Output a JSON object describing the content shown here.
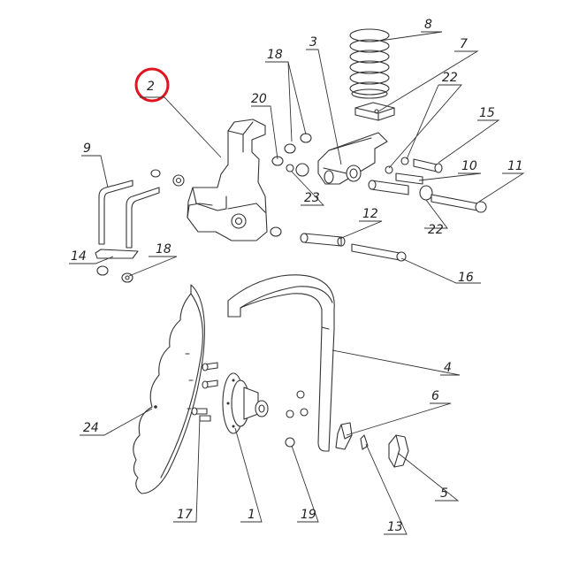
{
  "highlight_color": "#e0141e",
  "line_color": "#333333",
  "callouts": {
    "c1": "1",
    "c2": "2",
    "c3": "3",
    "c4": "4",
    "c5": "5",
    "c6": "6",
    "c7": "7",
    "c8": "8",
    "c9": "9",
    "c10": "10",
    "c11": "11",
    "c12": "12",
    "c13": "13",
    "c14": "14",
    "c15": "15",
    "c16": "16",
    "c17": "17",
    "c18a": "18",
    "c18b": "18",
    "c19": "19",
    "c20": "20",
    "c22a": "22",
    "c22b": "22",
    "c23": "23",
    "c24": "24"
  }
}
